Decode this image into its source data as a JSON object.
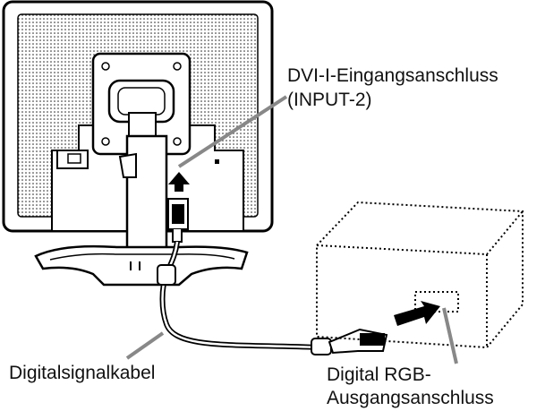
{
  "labels": {
    "dvi_connector": "DVI-I-Eingangsanschluss",
    "input_port": "(INPUT-2)",
    "digital_cable": "Digitalsignalkabel",
    "rgb_output_line1": "Digital RGB-",
    "rgb_output_line2": "Ausgangsanschluss"
  },
  "icons": [
    "monitor-rear-icon",
    "stand-icon",
    "cable-icon",
    "computer-box-icon",
    "arrow-up-icon",
    "arrow-right-icon"
  ]
}
